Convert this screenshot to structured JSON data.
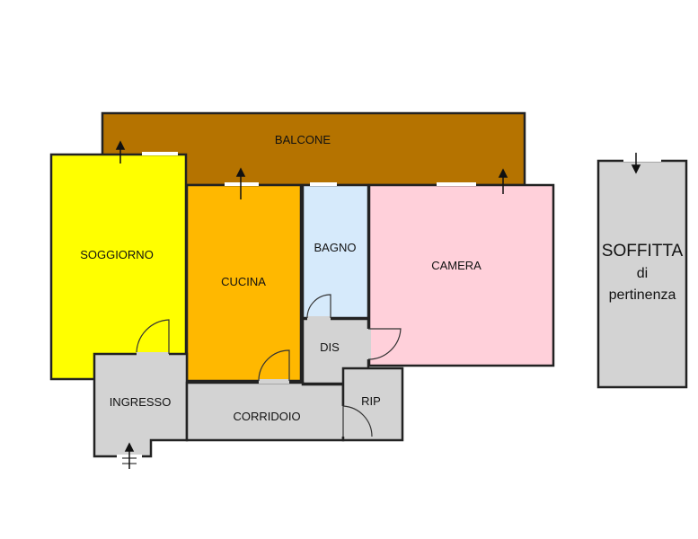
{
  "rooms": {
    "balcone": {
      "label": "BALCONE",
      "color": "#B57300"
    },
    "soggiorno": {
      "label": "SOGGIORNO",
      "color": "#FFFF00"
    },
    "cucina": {
      "label": "CUCINA",
      "color": "#FFB800"
    },
    "bagno": {
      "label": "BAGNO",
      "color": "#D6EAFB"
    },
    "camera": {
      "label": "CAMERA",
      "color": "#FFD0DA"
    },
    "dis": {
      "label": "DIS",
      "color": "#D3D3D3"
    },
    "ingresso": {
      "label": "INGRESSO",
      "color": "#D3D3D3"
    },
    "corridoio": {
      "label": "CORRIDOIO",
      "color": "#D3D3D3"
    },
    "rip": {
      "label": "RIP",
      "color": "#D3D3D3"
    }
  },
  "annex": {
    "line1": "SOFFITTA",
    "line2": "di",
    "line3": "pertinenza",
    "color": "#D3D3D3"
  },
  "wall_color": "#222222"
}
